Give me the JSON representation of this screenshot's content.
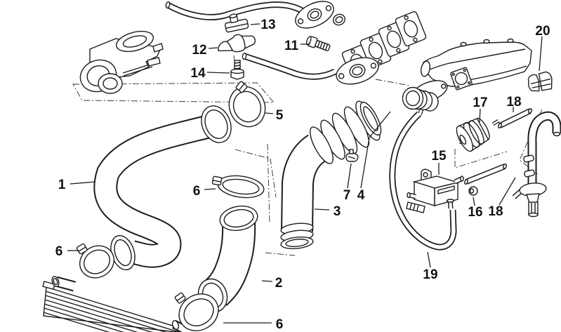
{
  "diagram": {
    "kind": "exploded-parts-diagram",
    "background_color": "#ffffff",
    "line_color": "#1d1d1d",
    "callouts": [
      {
        "label": "1"
      },
      {
        "label": "2"
      },
      {
        "label": "3"
      },
      {
        "label": "4"
      },
      {
        "label": "5"
      },
      {
        "label": "6"
      },
      {
        "label": "6"
      },
      {
        "label": "6"
      },
      {
        "label": "7"
      },
      {
        "label": "11"
      },
      {
        "label": "12"
      },
      {
        "label": "13"
      },
      {
        "label": "14"
      },
      {
        "label": "15"
      },
      {
        "label": "16"
      },
      {
        "label": "17"
      },
      {
        "label": "18"
      },
      {
        "label": "18"
      },
      {
        "label": "19"
      },
      {
        "label": "20"
      }
    ]
  }
}
